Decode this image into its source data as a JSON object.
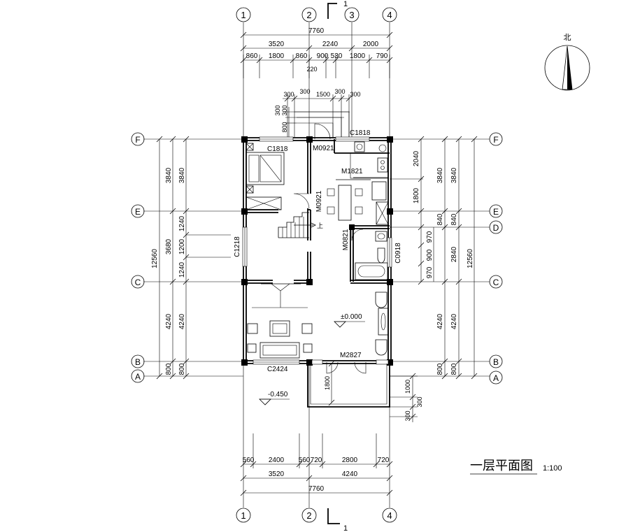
{
  "title": {
    "name": "一层平面图",
    "scale": "1:100"
  },
  "north": "北",
  "axes": {
    "x": [
      "1",
      "2",
      "3",
      "4"
    ],
    "y": [
      "A",
      "B",
      "C",
      "D",
      "E",
      "F"
    ]
  },
  "section": {
    "label": "1"
  },
  "dims": {
    "top_total": "7760",
    "top_row2": [
      "3520",
      "2240",
      "2000"
    ],
    "top_row3": [
      "860",
      "1800",
      "860",
      "900",
      "530",
      "1800",
      "790"
    ],
    "top_220": "220",
    "stair_row": [
      "300",
      "300",
      "1500",
      "300",
      "300"
    ],
    "stair_vert": [
      "300",
      "300",
      "800"
    ],
    "left_outer": "12560",
    "left_mid": [
      "3840",
      "3680",
      "4240",
      "800"
    ],
    "left_inner": [
      "3840",
      "1240",
      "1200",
      "1240",
      "4240",
      "800"
    ],
    "right_outer": "12560",
    "right_mid": [
      "3840",
      "840",
      "2840",
      "4240",
      "800"
    ],
    "right_inner": [
      "2040",
      "1800",
      "3840",
      "840",
      "970",
      "900",
      "970",
      "4240",
      "800"
    ],
    "porch": [
      "1000",
      "300",
      "300"
    ],
    "porch_1800": "1800",
    "bottom_row1": [
      "560",
      "2400",
      "560",
      "720",
      "2800",
      "720"
    ],
    "bottom_row2": [
      "3520",
      "4240"
    ],
    "bottom_total": "7760"
  },
  "labels": {
    "c1818_top": "C1818",
    "m0921_top": "M0921",
    "c1818_bed": "C1818",
    "m1821": "M1821",
    "m0921_side": "M0921",
    "m0821": "M0821",
    "c0918": "C0918",
    "c1218": "C1218",
    "c2424": "C2424",
    "m2827": "M2827",
    "elev0": "±0.000",
    "elev_neg": "-0.450",
    "up": "上"
  }
}
